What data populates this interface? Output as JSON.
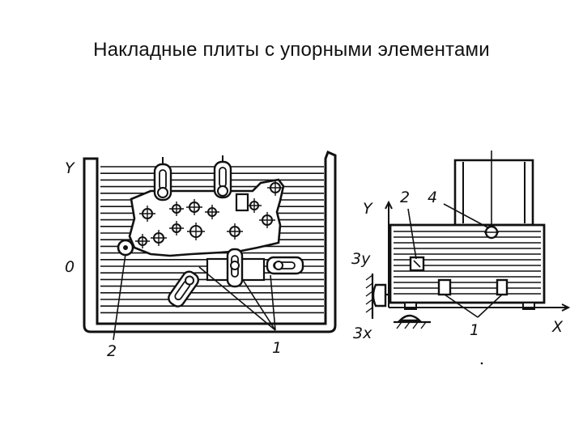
{
  "slide": {
    "title": "Накладные плиты с упорными элементами"
  },
  "labels": {
    "left_axis_y": "Y",
    "left_axis_zero": "0",
    "left_callout_2": "2",
    "left_callout_1": "1",
    "right_axis_y": "Y",
    "right_callout_2": "2",
    "right_callout_4": "4",
    "right_stop_3y": "3y",
    "right_stop_3x": "3x",
    "right_callout_1": "1",
    "right_axis_x": "X"
  },
  "colors": {
    "ink": "#111111",
    "background": "#ffffff"
  }
}
